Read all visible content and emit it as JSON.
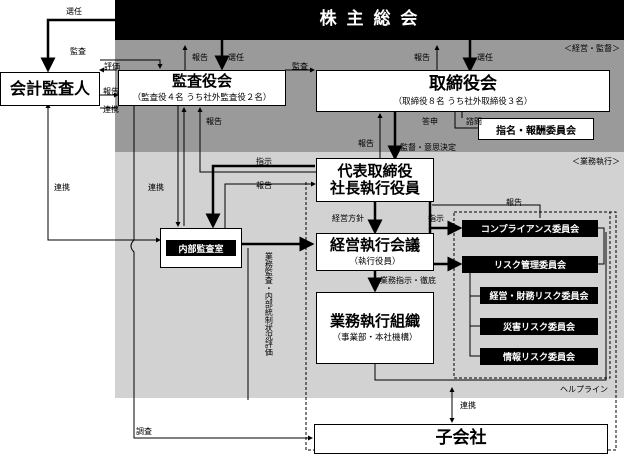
{
  "shareholders_meeting": "株 主 総 会",
  "zones": {
    "oversight": "＜経営・監督＞",
    "execution": "＜業務執行＞"
  },
  "nodes": {
    "accounting_auditor": "会計監査人",
    "audit_board": "監査役会",
    "audit_board_sub": "（監査役４名 うち社外監査役２名）",
    "board": "取締役会",
    "board_sub": "（取締役８名 うち社外取締役３名）",
    "nomination_committee": "指名・報酬委員会",
    "president_line1": "代表取締役",
    "president_line2": "社長執行役員",
    "internal_audit": "内部監査室",
    "mgmt_council": "経営執行会議",
    "mgmt_council_sub": "（執行役員）",
    "operations_line1": "業務執行組織",
    "operations_sub": "（事業部・本社機構）",
    "compliance_committee": "コンプライアンス委員会",
    "risk_committee": "リスク管理委員会",
    "financial_risk_committee": "経営・財務リスク委員会",
    "disaster_risk_committee": "災害リスク委員会",
    "info_risk_committee": "情報リスク委員会",
    "subsidiaries": "子会社"
  },
  "labels": {
    "appoint_auditor": "選任",
    "audit_label": "監査",
    "evaluation": "評価",
    "report_to_aa": "報告",
    "cooperation_aa": "連携",
    "report_audit_top": "報告",
    "appoint_audit": "選任",
    "audit_between": "監査",
    "report_board_top": "報告",
    "appoint_board": "選任",
    "report_audit_mid": "報告",
    "report_board_mid": "報告",
    "reply": "答申",
    "consult": "諮問",
    "supervision": "監督・意思決定",
    "instruction_ia": "指示",
    "report_ia": "報告",
    "cooperation_left": "連携",
    "cooperation_ia": "連携",
    "mgmt_policy": "経営方針",
    "instruction_comp": "指示",
    "report_comp": "報告",
    "business_instruction": "業務指示・徹底",
    "internal_audit_vertical": "業務監査・内部統制状況評価",
    "helpline": "ヘルプライン",
    "cooperation_sub": "連携",
    "investigation": "調査"
  }
}
